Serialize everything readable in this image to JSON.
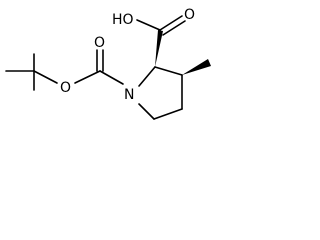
{
  "molecule": {
    "atoms": {
      "acid_oh": "HO",
      "acid_o": "O",
      "boc_o_carbonyl": "O",
      "boc_o_ester": "O",
      "ring_n": "N"
    }
  },
  "colors": {
    "bond": "#000000",
    "label": "#000000",
    "background": "#ffffff"
  }
}
